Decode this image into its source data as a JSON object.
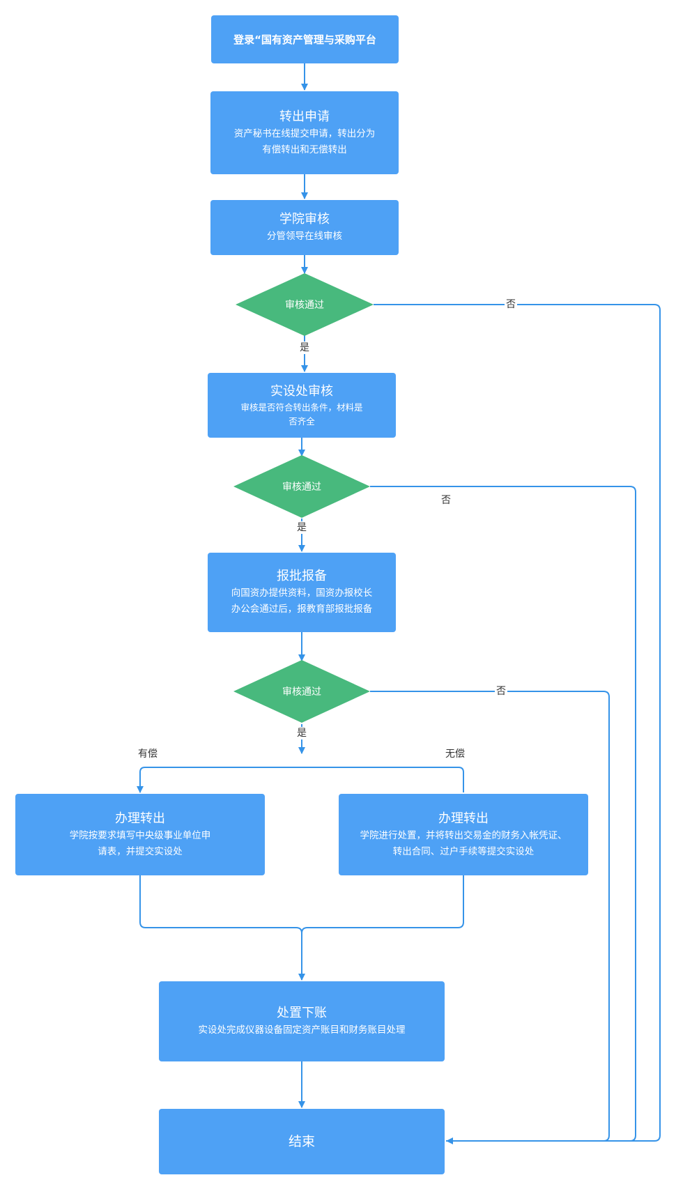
{
  "steps": {
    "login": {
      "title": "登录“国有资产管理与采购平台"
    },
    "apply": {
      "title": "转出申请",
      "desc1": "资产秘书在线提交申请，转出分为",
      "desc2": "有偿转出和无偿转出"
    },
    "college_review": {
      "title": "学院审核",
      "desc1": "分管领导在线审核"
    },
    "lab_review": {
      "title": "实设处审核",
      "desc1": "审核是否符合转出条件，材料是",
      "desc2": "否齐全"
    },
    "report": {
      "title": "报批报备",
      "desc1": "向国资办提供资料，国资办报校长",
      "desc2": "办公会通过后，报教育部报批报备"
    },
    "paid": {
      "title": "办理转出",
      "desc1": "学院按要求填写中央级事业单位申",
      "desc2": "请表，并提交实设处"
    },
    "free": {
      "title": "办理转出",
      "desc1": "学院进行处置，并将转出交易金的财务入帐凭证、",
      "desc2": "转出合同、过户手续等提交实设处"
    },
    "writeoff": {
      "title": "处置下账",
      "desc1": "实设处完成仪器设备固定资产账目和财务账目处理"
    },
    "end": {
      "title": "结束"
    }
  },
  "decisions": {
    "d1": "审核通过",
    "d2": "审核通过",
    "d3": "审核通过"
  },
  "labels": {
    "yes": "是",
    "no": "否",
    "paid": "有偿",
    "free": "无偿"
  },
  "colors": {
    "box": "#4ea1f5",
    "decision": "#48b97d",
    "line": "#3593e8"
  }
}
